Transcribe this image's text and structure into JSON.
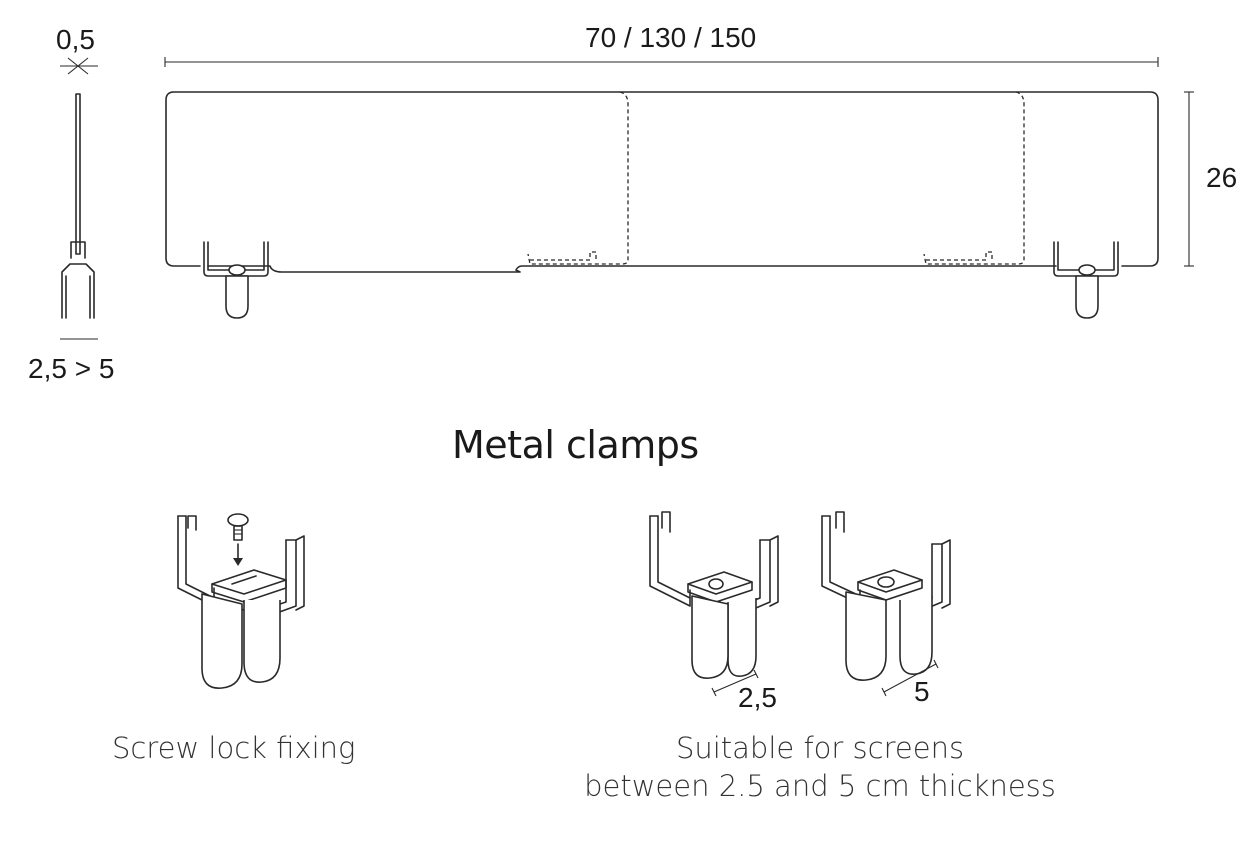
{
  "dimensions": {
    "thickness": "0,5",
    "length": "70 / 130 / 150",
    "height": "26",
    "clamp_range": "2,5 > 5"
  },
  "title": "Metal clamps",
  "clamp_sizes": {
    "small": "2,5",
    "large": "5"
  },
  "captions": {
    "screw_lock": "Screw lock fixing",
    "suitable_line1": "Suitable for screens",
    "suitable_line2": "between 2.5 and 5 cm thickness"
  }
}
